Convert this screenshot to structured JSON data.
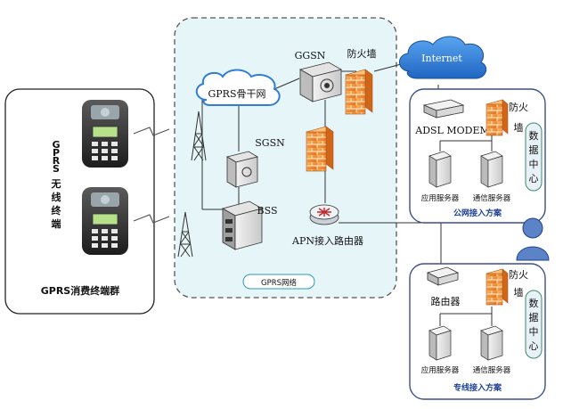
{
  "terminal_group": {
    "label": "GPRS消费终端群",
    "vertical_label": [
      "G",
      "P",
      "R",
      "S",
      "无",
      "线",
      "终",
      "端"
    ]
  },
  "gprs_network": {
    "label": "GPRS网络",
    "backbone": "GPRS骨干网",
    "ggsn": "GGSN",
    "sgsn": "SGSN",
    "bss": "BSS",
    "firewall": "防火墙",
    "apn_router": "APN接入路由器"
  },
  "internet": "Internet",
  "public_access": {
    "title": "公网接入方案",
    "modem": "ADSL MODEM",
    "firewall": [
      "防火",
      "墙"
    ],
    "app_server": "应用服务器",
    "comm_server": "通信服务器",
    "data_center": [
      "数",
      "据",
      "中",
      "心"
    ]
  },
  "private_access": {
    "title": "专线接入方案",
    "router": "路由器",
    "firewall": [
      "防火",
      "墙"
    ],
    "app_server": "应用服务器",
    "comm_server": "通信服务器",
    "data_center": [
      "数",
      "据",
      "中",
      "心"
    ]
  },
  "colors": {
    "cloud_blue": "#2f7dd8",
    "network_bg": "#e6f5f8",
    "firewall_orange": "#f08a2a",
    "panel_border": "#3a4f8e",
    "data_center_fill": "#e8f1f8",
    "title_blue": "#1b3f94"
  },
  "icons": [
    "pos-terminal-icon",
    "cell-tower-icon",
    "cloud-icon",
    "server-icon",
    "firewall-icon",
    "router-icon",
    "user-icon",
    "modem-icon"
  ]
}
